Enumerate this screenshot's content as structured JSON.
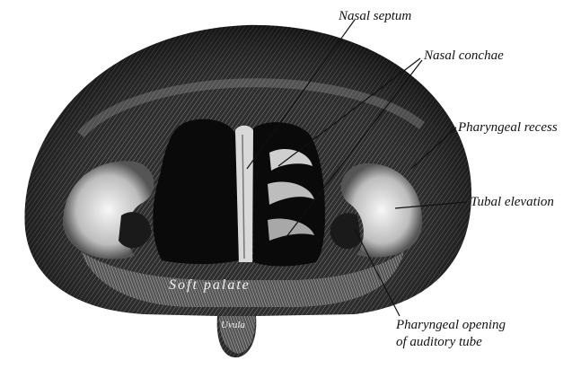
{
  "labels": {
    "nasal_septum": "Nasal septum",
    "nasal_conchae": "Nasal conchae",
    "pharyngeal_recess": "Pharyngeal recess",
    "tubal_elevation": "Tubal elevation",
    "pharyngeal_opening_line1": "Pharyngeal opening",
    "pharyngeal_opening_line2": "of auditory tube",
    "soft_palate": "Soft palate",
    "uvula": "Uvula"
  },
  "colors": {
    "ink": "#111111",
    "shade": "#3a3a3a",
    "highlight": "#e8e8e8",
    "background": "#ffffff"
  }
}
